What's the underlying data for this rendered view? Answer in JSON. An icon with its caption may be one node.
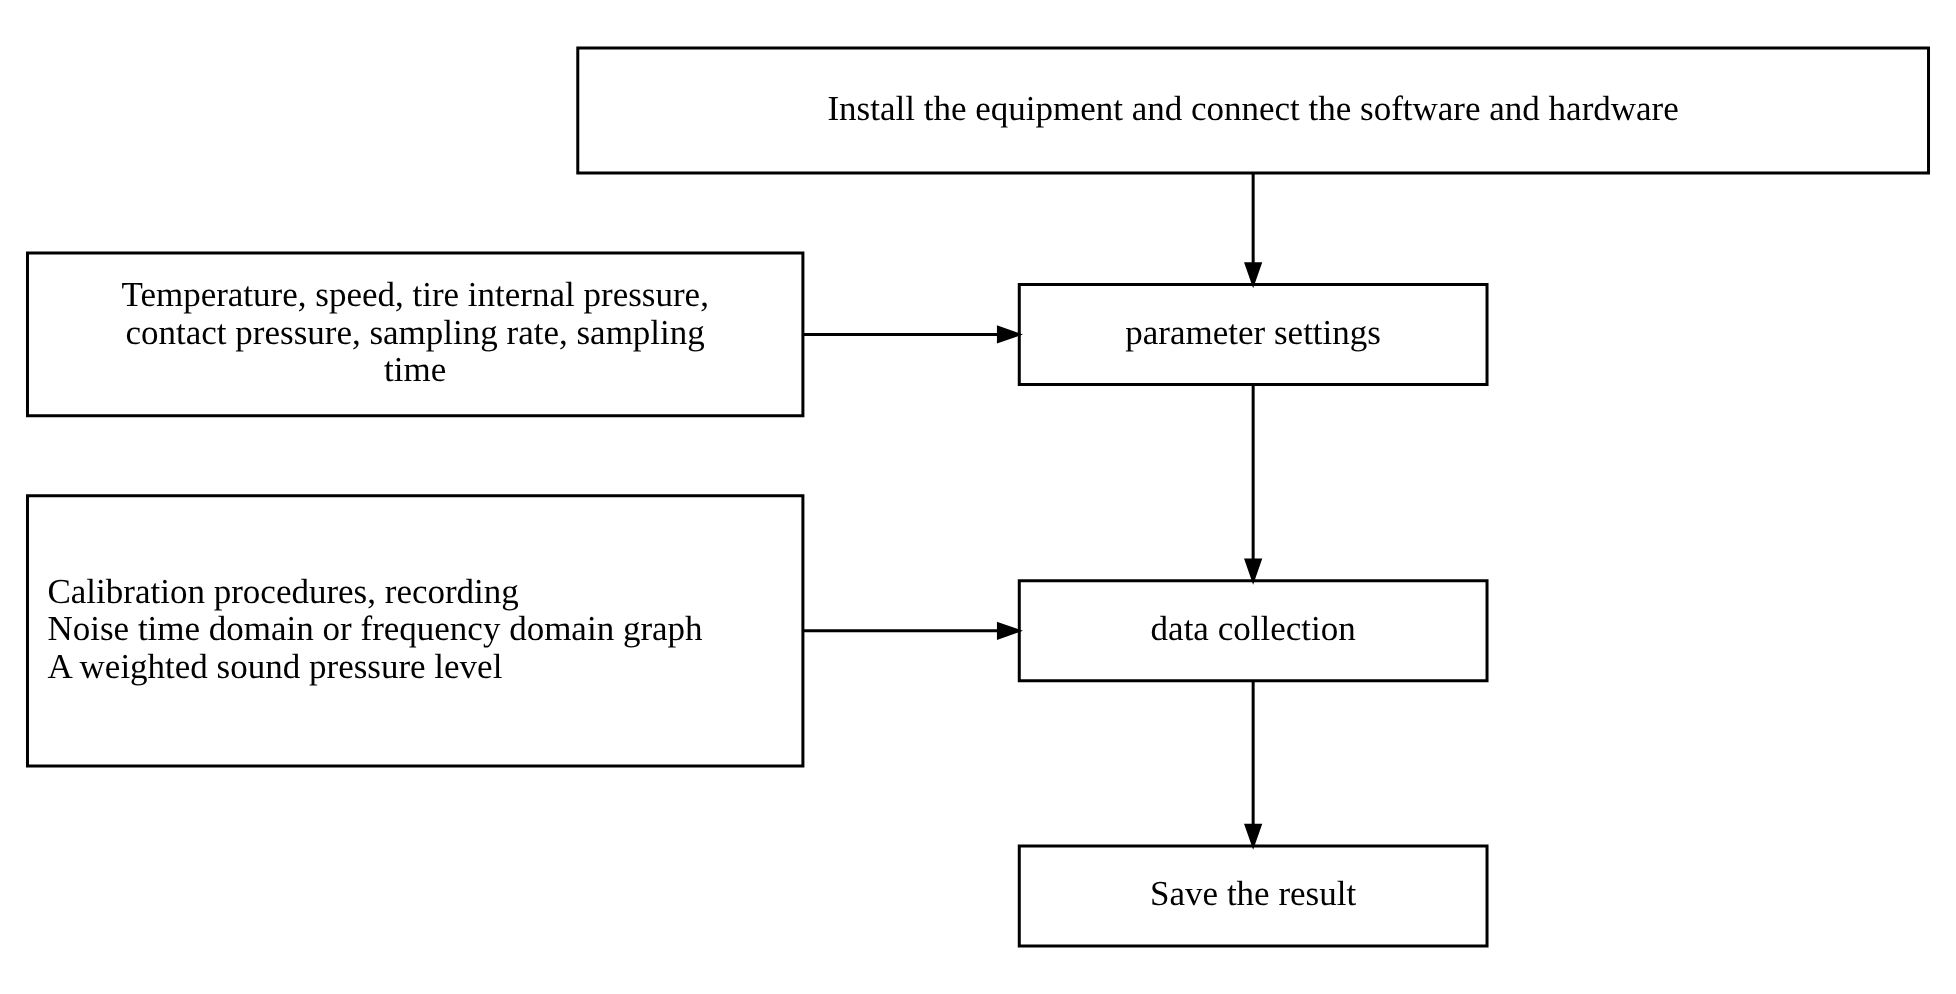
{
  "diagram": {
    "nodes": [
      {
        "text": [
          "Install the equipment and connect the software and hardware"
        ]
      },
      {
        "text": [
          "parameter settings"
        ]
      },
      {
        "text": [
          "Temperature, speed, tire internal pressure, contact pressure, sampling rate, sampling time"
        ]
      },
      {
        "text": [
          "data collection"
        ]
      },
      {
        "text": [
          "Calibration procedures, recording",
          "Noise time domain or frequency domain graph",
          "A weighted sound pressure level"
        ]
      },
      {
        "text": [
          "Save the result"
        ]
      }
    ],
    "edges": [
      {
        "from": 0,
        "to": 1,
        "arrow": "to"
      },
      {
        "from": 2,
        "to": 1,
        "arrow": "to"
      },
      {
        "from": 1,
        "to": 3,
        "arrow": "to"
      },
      {
        "from": 4,
        "to": 3,
        "arrow": "to"
      },
      {
        "from": 3,
        "to": 5,
        "arrow": "to"
      }
    ]
  }
}
